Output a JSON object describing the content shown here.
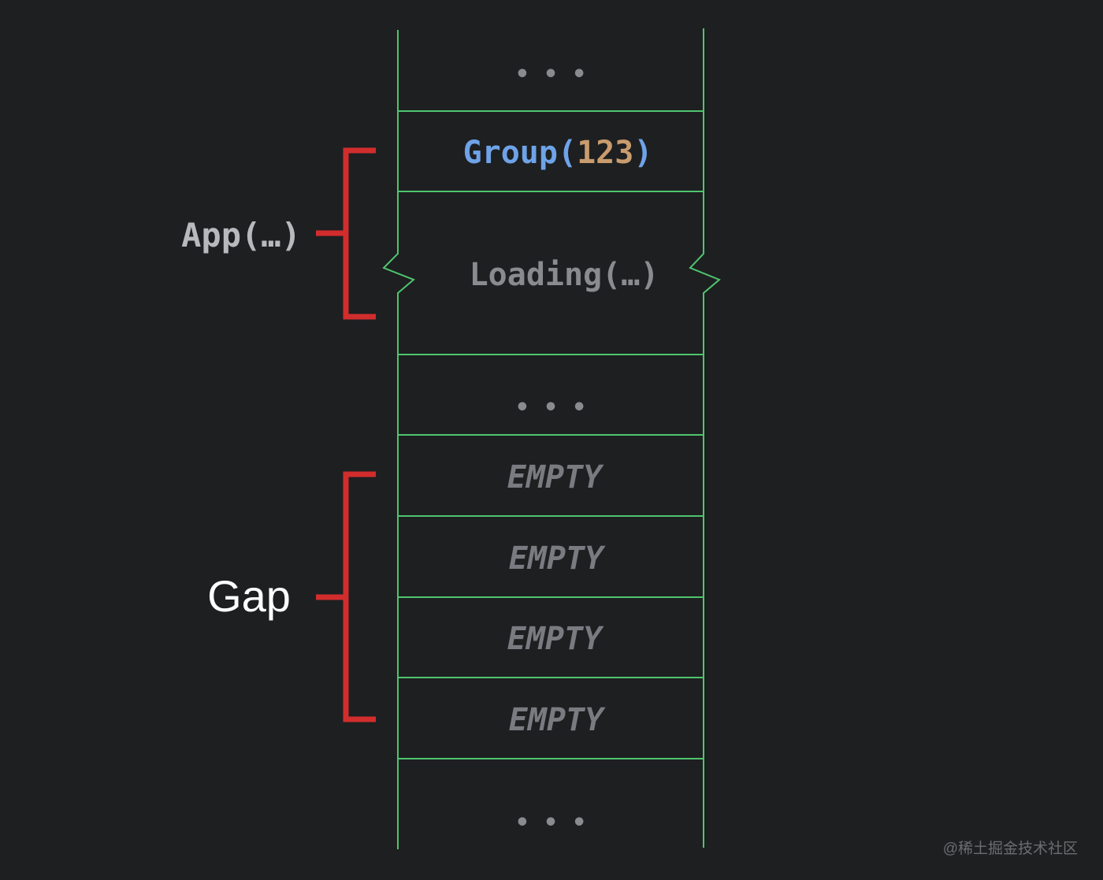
{
  "colors": {
    "background": "#1e1f21",
    "slot_border": "#4fc56e",
    "bracket": "#d22d2d",
    "group_name": "#6ea3e8",
    "group_arg": "#c99c6e",
    "muted_text": "#8a8b8f",
    "empty_text": "#7a7b80",
    "app_label": "#b8b9bd",
    "gap_label": "#ffffff",
    "watermark": "#6c6d70"
  },
  "slots": [
    {
      "kind": "ellipsis",
      "text": "• • •"
    },
    {
      "kind": "group",
      "name": "Group",
      "open": "(",
      "arg": "123",
      "close": ")"
    },
    {
      "kind": "loading",
      "text": "Loading(…)"
    },
    {
      "kind": "ellipsis",
      "text": "• • •"
    },
    {
      "kind": "empty",
      "text": "EMPTY"
    },
    {
      "kind": "empty",
      "text": "EMPTY"
    },
    {
      "kind": "empty",
      "text": "EMPTY"
    },
    {
      "kind": "empty",
      "text": "EMPTY"
    },
    {
      "kind": "ellipsis",
      "text": "• • •"
    }
  ],
  "brackets": [
    {
      "label": "App(…)",
      "style": "code"
    },
    {
      "label": "Gap",
      "style": "sans"
    }
  ],
  "watermark": "@稀土掘金技术社区"
}
